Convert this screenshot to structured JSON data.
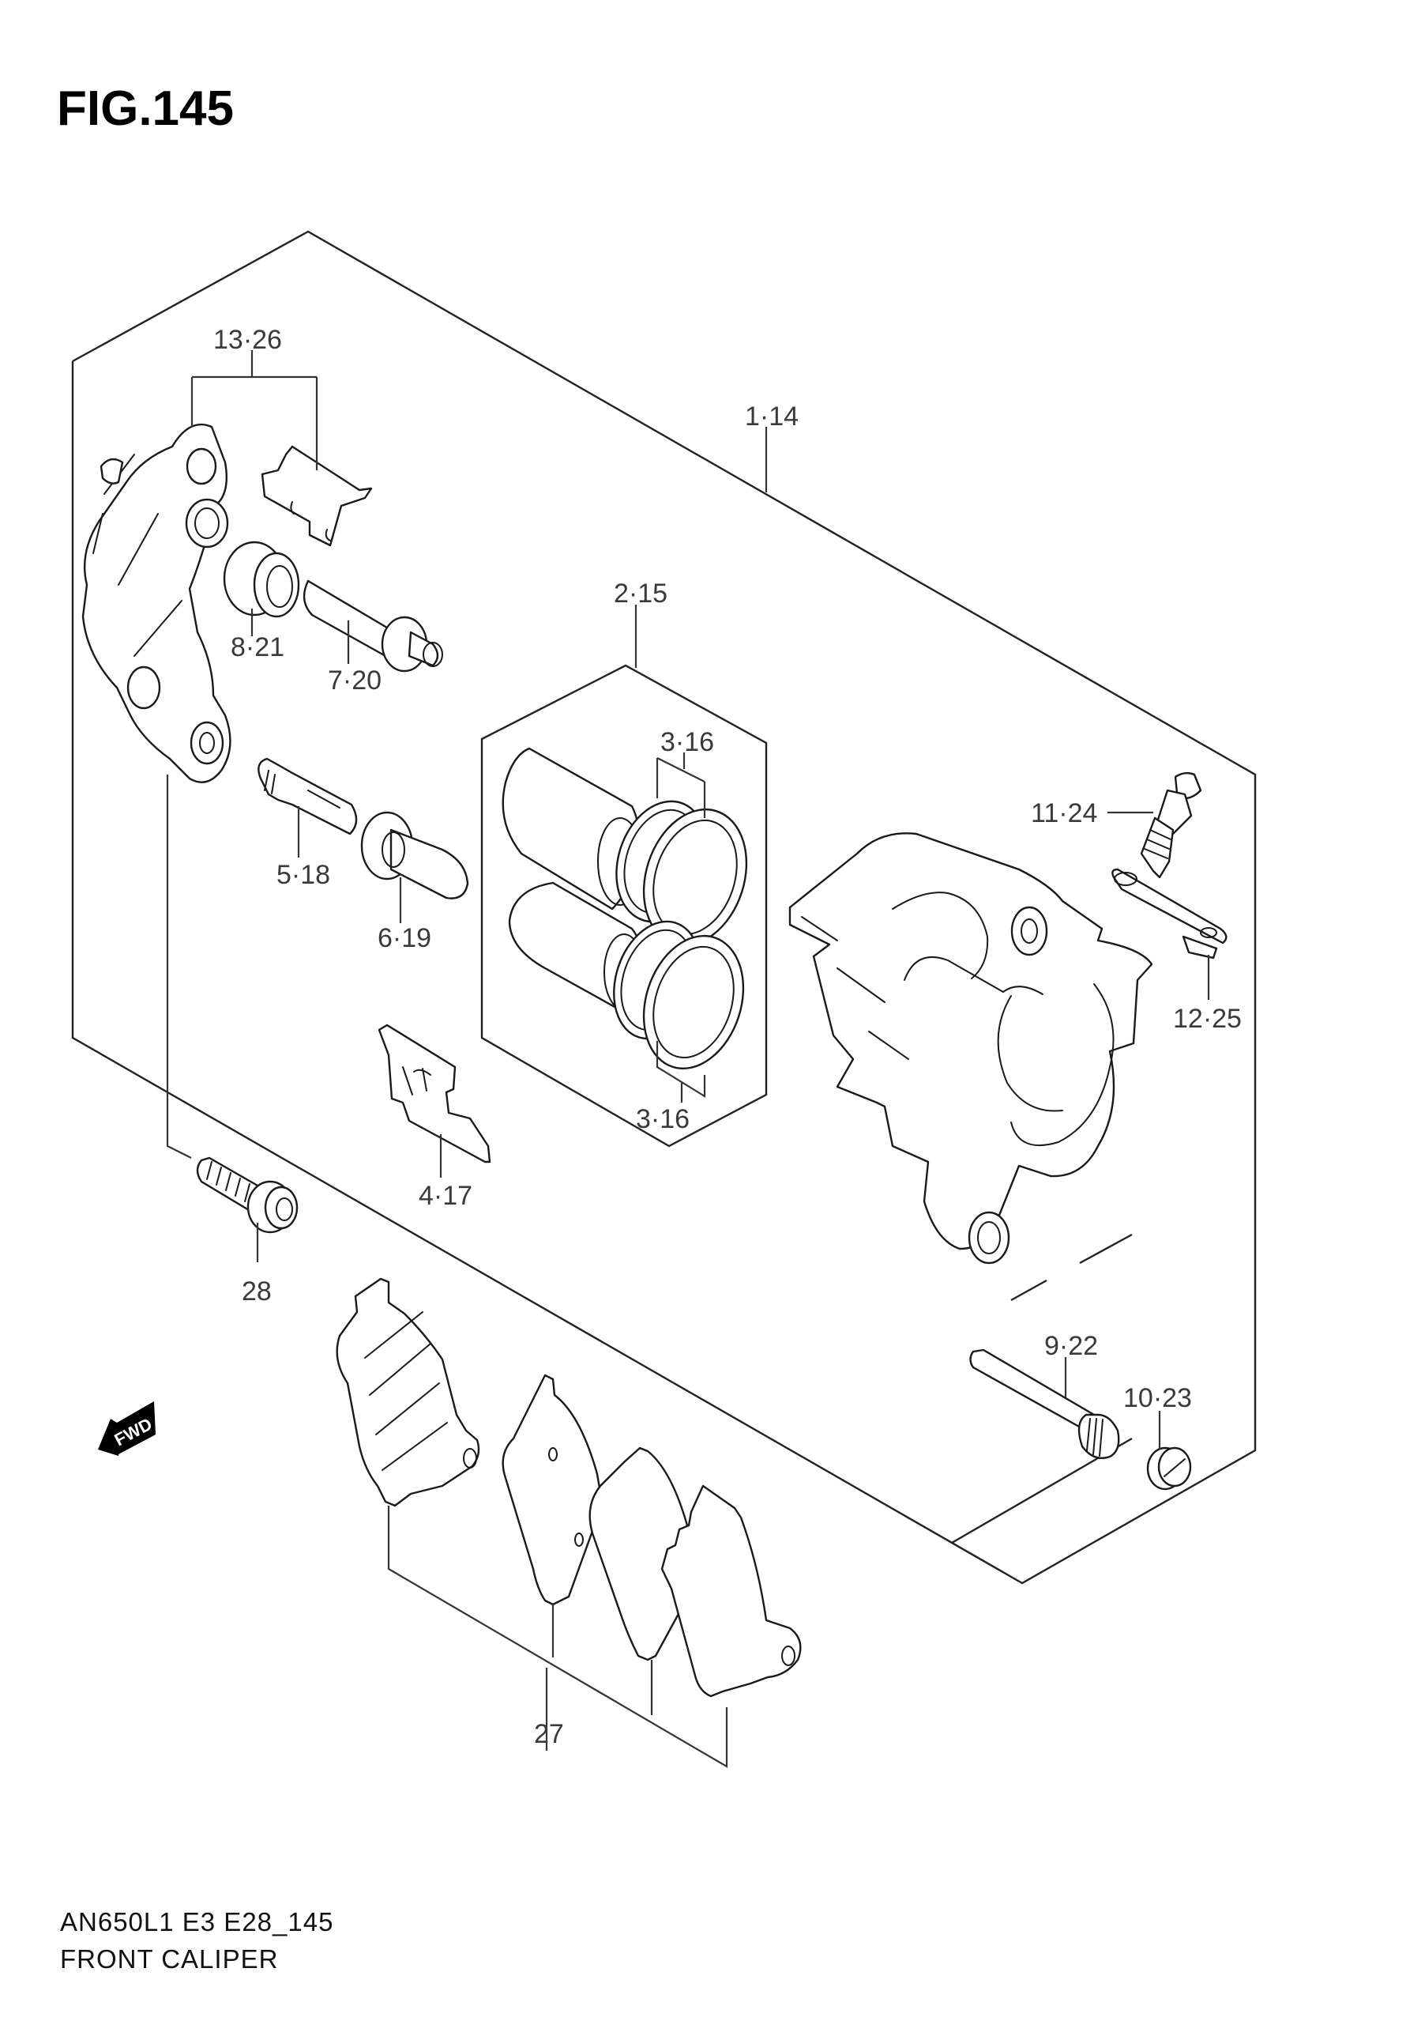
{
  "figure": {
    "title": "FIG.145",
    "model_code": "AN650L1 E3 E28_145",
    "caption": "FRONT CALIPER"
  },
  "direction_indicator": {
    "icon": "fwd-arrow-icon",
    "label": "FWD"
  },
  "callouts": [
    {
      "id": "c-13-26",
      "text": "13·26",
      "part": "pad-spring-and-bracket"
    },
    {
      "id": "c-1-14",
      "text": "1·14",
      "part": "caliper-assembly"
    },
    {
      "id": "c-2-15",
      "text": "2·15",
      "part": "piston-seal-set"
    },
    {
      "id": "c-3-16a",
      "text": "3·16",
      "part": "piston-seals-upper"
    },
    {
      "id": "c-3-16b",
      "text": "3·16",
      "part": "piston-seals-lower"
    },
    {
      "id": "c-4-17",
      "text": "4·17",
      "part": "pad-retainer-clip"
    },
    {
      "id": "c-5-18",
      "text": "5·18",
      "part": "bracket-slide-pin"
    },
    {
      "id": "c-6-19",
      "text": "6·19",
      "part": "slide-pin-boot"
    },
    {
      "id": "c-7-20",
      "text": "7·20",
      "part": "caliper-slide-pin"
    },
    {
      "id": "c-8-21",
      "text": "8·21",
      "part": "pin-boot"
    },
    {
      "id": "c-9-22",
      "text": "9·22",
      "part": "pad-mounting-pin"
    },
    {
      "id": "c-10-23",
      "text": "10·23",
      "part": "pin-plug"
    },
    {
      "id": "c-11-24",
      "text": "11·24",
      "part": "bleeder-valve"
    },
    {
      "id": "c-12-25",
      "text": "12·25",
      "part": "bleeder-cap"
    },
    {
      "id": "c-27",
      "text": "27",
      "part": "brake-pad-set"
    },
    {
      "id": "c-28",
      "text": "28",
      "part": "caliper-mounting-bolt"
    }
  ]
}
